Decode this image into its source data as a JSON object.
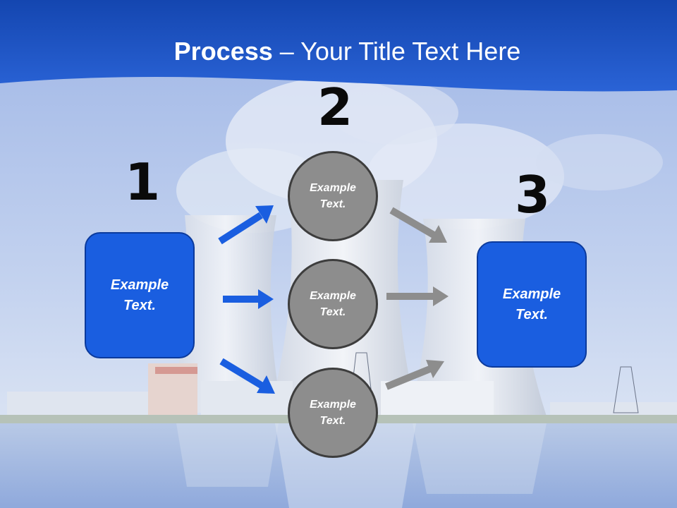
{
  "slide": {
    "title_bold": "Process",
    "title_rest": " – Your Title Text Here",
    "steps": [
      {
        "number": "1",
        "text": "Example Text."
      },
      {
        "number": "2",
        "text": "Example Text."
      },
      {
        "number": "3",
        "text": "Example Text."
      }
    ],
    "circles": [
      {
        "text": "Example Text."
      },
      {
        "text": "Example Text."
      },
      {
        "text": "Example Text."
      }
    ]
  },
  "colors": {
    "header_blue": "#1d55c8",
    "box_blue": "#1a5ee0",
    "arrow_blue": "#1a5ee0",
    "arrow_gray": "#8d8d8d",
    "circle_gray": "#8d8d8d"
  }
}
